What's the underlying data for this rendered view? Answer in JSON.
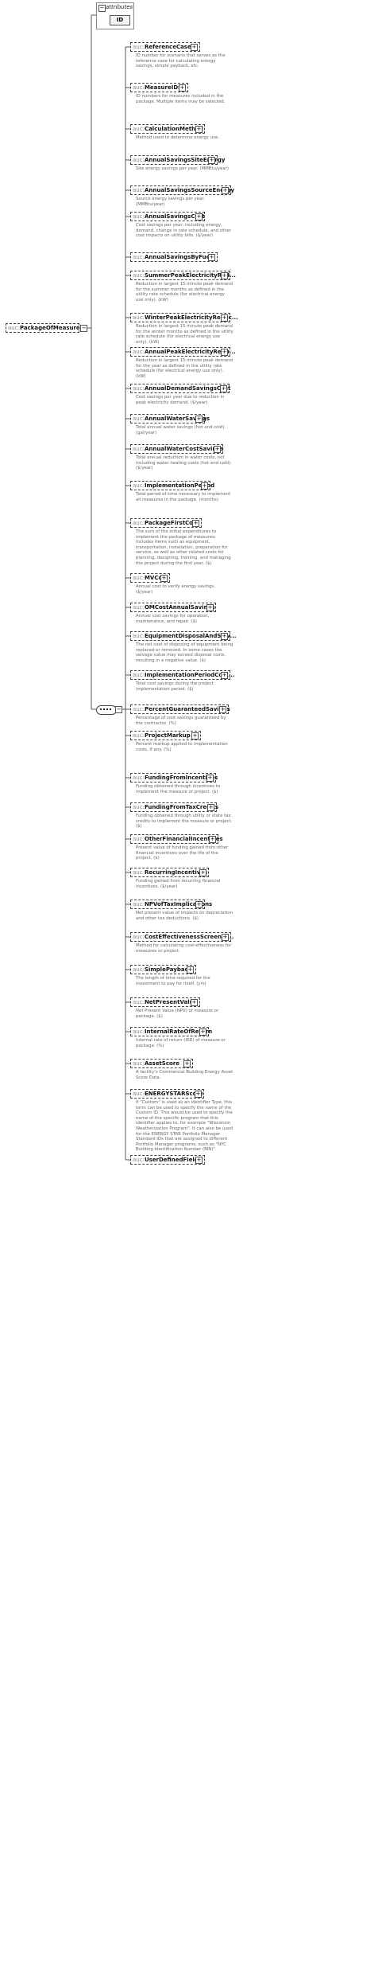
{
  "attributes": {
    "title": "attributes",
    "items": [
      "ID"
    ]
  },
  "root": {
    "prefix": "auc:",
    "name": "PackageOfMeasures"
  },
  "elements": [
    {
      "prefix": "auc:",
      "name": "ReferenceCase",
      "description": "ID number for scenario that serves as the reference case for calculating energy savings, simple payback, etc."
    },
    {
      "prefix": "auc:",
      "name": "MeasureIDs",
      "description": "ID numbers for measures included in the package. Multiple items may be selected."
    },
    {
      "prefix": "auc:",
      "name": "CalculationMethod",
      "description": "Method used to determine energy use."
    },
    {
      "prefix": "auc:",
      "name": "AnnualSavingsSiteEnergy",
      "description": "Site energy savings per year. (MMBtu/year)"
    },
    {
      "prefix": "auc:",
      "name": "AnnualSavingsSourceEnergy",
      "description": "Source energy savings per year. (MMBtu/year)"
    },
    {
      "prefix": "auc:",
      "name": "AnnualSavingsCost",
      "description": "Cost savings per year, including energy, demand, change in rate schedule, and other cost impacts on utility bills. ($/year)"
    },
    {
      "prefix": "auc:",
      "name": "AnnualSavingsByFuels",
      "description": ""
    },
    {
      "prefix": "auc:",
      "name": "SummerPeakElectricityRed...",
      "description": "Reduction in largest 15 minute peak demand for the summer months as defined in the utility rate schedule (for electrical energy use only). (kW)"
    },
    {
      "prefix": "auc:",
      "name": "WinterPeakElectricityReduc...",
      "description": "Reduction in largest 15 minute peak demand for the winter months as defined in the utility rate schedule (for electrical energy use only). (kW)"
    },
    {
      "prefix": "auc:",
      "name": "AnnualPeakElectricityRedu...",
      "description": "Reduction in largest 15 minute peak demand for the year as defined in the utility rate schedule (for electrical energy use only). (kW)"
    },
    {
      "prefix": "auc:",
      "name": "AnnualDemandSavingsCost",
      "description": "Cost savings per year due to reduction in peak electricity demand. ($/year)"
    },
    {
      "prefix": "auc:",
      "name": "AnnualWaterSavings",
      "description": "Total annual water savings (hot and cold). (gal/year)"
    },
    {
      "prefix": "auc:",
      "name": "AnnualWaterCostSavings",
      "description": "Total annual reduction in water costs, not including water heating costs (hot and cold). ($/year)"
    },
    {
      "prefix": "auc:",
      "name": "ImplementationPeriod",
      "description": "Total period of time necessary to implement all measures in the package. (months)"
    },
    {
      "prefix": "auc:",
      "name": "PackageFirstCost",
      "description": "The sum of the initial expenditures to implement the package of measures; includes items such as equipment, transportation, installation, preparation for service, as well as other related costs for planning, designing, training, and managing the project during the first year. ($)"
    },
    {
      "prefix": "auc:",
      "name": "MVCost",
      "description": "Annual cost to verify energy savings. ($/year)"
    },
    {
      "prefix": "auc:",
      "name": "OMCostAnnualSavings",
      "description": "Annual cost savings for operation, maintenance, and repair. ($)"
    },
    {
      "prefix": "auc:",
      "name": "EquipmentDisposalAndSalv...",
      "description": "The net cost of disposing of equipment being replaced or removed. In some cases the salvage value may exceed disposal costs, resulting in a negative value. ($)"
    },
    {
      "prefix": "auc:",
      "name": "ImplementationPeriodCost...",
      "description": "Total cost savings during the project implementation period. ($)"
    },
    {
      "prefix": "auc:",
      "name": "PercentGuaranteedSavings",
      "description": "Percentage of cost savings guaranteed by the contractor. (%)"
    },
    {
      "prefix": "auc:",
      "name": "ProjectMarkup",
      "description": "Percent markup applied to implementation costs, if any. (%)"
    },
    {
      "prefix": "auc:",
      "name": "FundingFromIncentives",
      "description": "Funding obtained through incentives to implement the measure or project. ($)"
    },
    {
      "prefix": "auc:",
      "name": "FundingFromTaxCredits",
      "description": "Funding obtained through utility or state tax credits to implement the measure or project. ($)"
    },
    {
      "prefix": "auc:",
      "name": "OtherFinancialIncentives",
      "description": "Present value of funding gained from other financial incentives over the life of the project. ($)"
    },
    {
      "prefix": "auc:",
      "name": "RecurringIncentives",
      "description": "Funding gained from recurring financial incentives. ($/year)"
    },
    {
      "prefix": "auc:",
      "name": "NPVofTaxImplications",
      "description": "Net present value of impacts on depreciation and other tax deductions. ($)"
    },
    {
      "prefix": "auc:",
      "name": "CostEffectivenessScreenin...",
      "description": "Method for calculating cost-effectiveness for measures or project."
    },
    {
      "prefix": "auc:",
      "name": "SimplePayback",
      "description": "The length of time required for the investment to pay for itself. (yrs)"
    },
    {
      "prefix": "auc:",
      "name": "NetPresentValue",
      "description": "Net Present Value (NPV) of measure or package. ($)"
    },
    {
      "prefix": "auc:",
      "name": "InternalRateOfReturn",
      "description": "Internal rate of return (IRR) of measure or package. (%)"
    },
    {
      "prefix": "auc:",
      "name": "AssetScore",
      "description": "A facility's Commercial Building Energy Asset Score Data."
    },
    {
      "prefix": "auc:",
      "name": "ENERGYSTARScore",
      "description": "If \"Custom\" is used as an Identifier Type, this term can be used to specify the name of the Custom ID. This would be used to specify the name of the specific program that this identifier applies to, for example \"Wisconsin Weatherization Program\". It can also be used for the ENERGY STAR Portfolio Manager Standard IDs that are assigned to different Portfolio Manager programs, such as \"NYC Building Identification Number (BIN)\"."
    },
    {
      "prefix": "auc:",
      "name": "UserDefinedFields",
      "description": ""
    }
  ]
}
